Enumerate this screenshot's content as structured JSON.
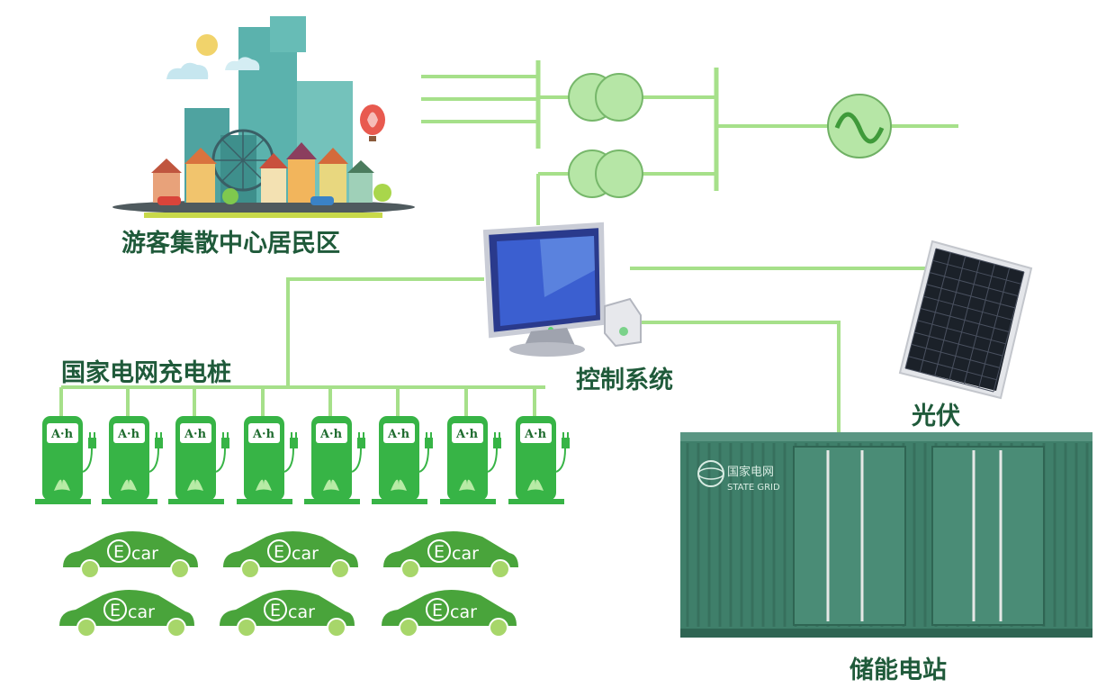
{
  "labels": {
    "city": "游客集散中心居民区",
    "charging": "国家电网充电桩",
    "control": "控制系统",
    "pv": "光伏",
    "storage": "储能电站"
  },
  "pile": {
    "text": "A·h",
    "count": 8
  },
  "car": {
    "text": "car",
    "letter": "E",
    "count": 6
  },
  "container": {
    "brand_cn": "国家电网",
    "brand_en": "STATE GRID"
  },
  "colors": {
    "line": "#a6e08a",
    "transformer": "#b6e6a6",
    "pile_green": "#37b446",
    "car_green": "#49a43b",
    "container": "#3f7f6a",
    "label": "#1f5a3a"
  }
}
